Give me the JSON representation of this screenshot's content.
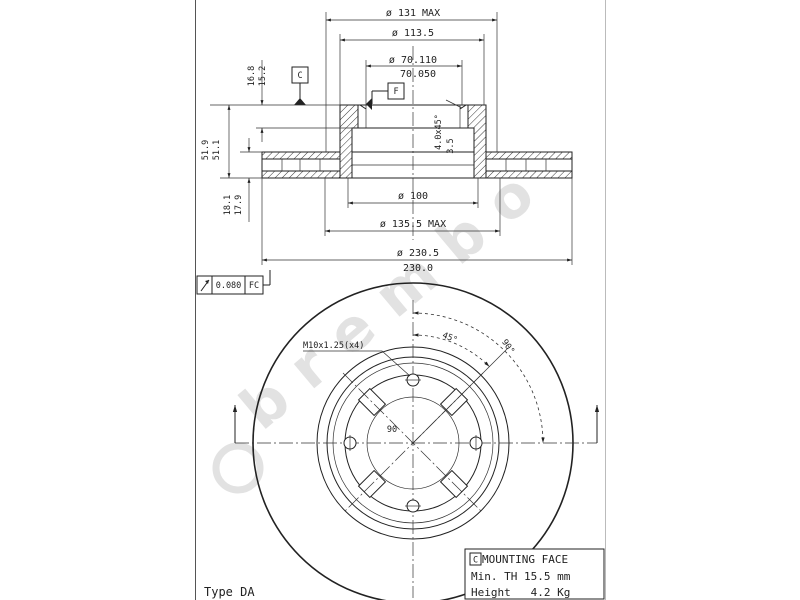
{
  "drawing": {
    "top_view": {
      "dia_131": "ø 131 MAX",
      "dia_113": "ø 113.5",
      "bore_max": "ø 70.110",
      "bore_min": "70.050",
      "hat_top_max": "16.8",
      "hat_top_min": "15.2",
      "chamfer": "4.0x45°",
      "chamfer_depth": "3.5",
      "height_max": "51.9",
      "height_min": "51.1",
      "dia_100": "ø 100",
      "thickness_max": "18.1",
      "thickness_min": "17.9",
      "dia_135": "ø 135.5 MAX",
      "dia_230_max": "ø 230.5",
      "dia_230_min": "230.0",
      "datum_c": "C",
      "datum_f": "F"
    },
    "runout": {
      "icon": "runout-arrow-icon",
      "value": "0.080",
      "datums": "FC"
    },
    "front_view": {
      "thread": "M10x1.25(x4)",
      "angle_45": "45°",
      "angle_90": "90°",
      "hub_angle": "90"
    },
    "notes": {
      "datum": "C",
      "mounting_face": "MOUNTING FACE",
      "min_thickness": "Min. TH 15.5 mm",
      "weight": "Height   4.2 Kg"
    },
    "type_label": "Type DA",
    "watermark": "brembo",
    "colors": {
      "line": "#222222",
      "watermark": "#e2e2e2"
    }
  }
}
